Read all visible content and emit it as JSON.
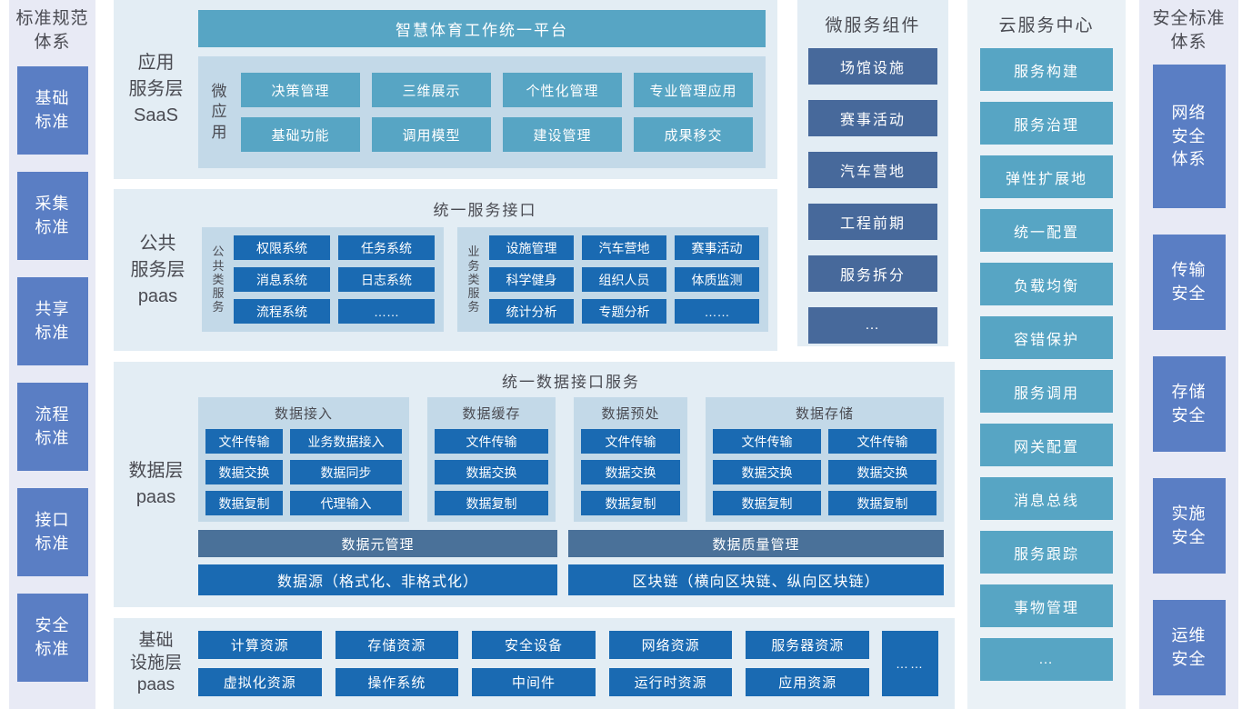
{
  "left_sidebar": {
    "title": "标准规范\n体系",
    "items": [
      "基础\n标准",
      "采集\n标准",
      "共享\n标准",
      "流程\n标准",
      "接口\n标准",
      "安全\n标准"
    ]
  },
  "saas": {
    "label": "应用\n服务层\nSaaS",
    "platform_title": "智慧体育工作统一平台",
    "micro_label": "微\n应\n用",
    "apps": [
      "决策管理",
      "三维展示",
      "个性化管理",
      "专业管理应用",
      "基础功能",
      "调用模型",
      "建设管理",
      "成果移交"
    ]
  },
  "paas": {
    "label": "公共\n服务层\npaas",
    "title": "统一服务接口",
    "public_label": "公\n共\n类\n服\n务",
    "public_items": [
      "权限系统",
      "任务系统",
      "消息系统",
      "日志系统",
      "流程系统",
      "……"
    ],
    "business_label": "业\n务\n类\n服\n务",
    "business_items": [
      "设施管理",
      "汽车营地",
      "赛事活动",
      "科学健身",
      "组织人员",
      "体质监测",
      "统计分析",
      "专题分析",
      "……"
    ]
  },
  "data_layer": {
    "label": "数据层\npaas",
    "title": "统一数据接口服务",
    "access_title": "数据接入",
    "access_items": [
      "文件传输",
      "业务数据接入",
      "数据交换",
      "数据同步",
      "数据复制",
      "代理输入"
    ],
    "cache_title": "数据缓存",
    "cache_items": [
      "文件传输",
      "数据交换",
      "数据复制"
    ],
    "pre_title": "数据预处",
    "pre_items": [
      "文件传输",
      "数据交换",
      "数据复制"
    ],
    "store_title": "数据存储",
    "store_items": [
      "文件传输",
      "文件传输",
      "数据交换",
      "数据交换",
      "数据复制",
      "数据复制"
    ],
    "meta_left": "数据元管理",
    "meta_right": "数据质量管理",
    "source_left": "数据源（格式化、非格式化）",
    "source_right": "区块链（横向区块链、纵向区块链）"
  },
  "infra": {
    "label": "基础\n设施层\npaas",
    "items": [
      "计算资源",
      "存储资源",
      "安全设备",
      "网络资源",
      "服务器资源",
      "虚拟化资源",
      "操作系统",
      "中间件",
      "运行时资源",
      "应用资源"
    ],
    "more": "……"
  },
  "microservices": {
    "title": "微服务组件",
    "items": [
      "场馆设施",
      "赛事活动",
      "汽车营地",
      "工程前期",
      "服务拆分",
      "…"
    ]
  },
  "cloud": {
    "title": "云服务中心",
    "items": [
      "服务构建",
      "服务治理",
      "弹性扩展地",
      "统一配置",
      "负载均衡",
      "容错保护",
      "服务调用",
      "网关配置",
      "消息总线",
      "服务跟踪",
      "事物管理",
      "…"
    ]
  },
  "right_sidebar": {
    "title": "安全标准\n体系",
    "items": [
      "网络\n安全\n体系",
      "传输\n安全",
      "存储\n安全",
      "实施\n安全",
      "运维\n安全"
    ]
  },
  "colors": {
    "teal": "#57a5c4",
    "primary_blue": "#1a6ab2",
    "slate_blue": "#47699b",
    "bar_slate": "#4a7199",
    "sidebar_blue": "#5a7ec4",
    "panel_bg": "#e3edf4",
    "inner_panel_bg": "#c3d9e8",
    "sidebar_bg": "#e8eaf5",
    "title_text": "#4a4b52"
  }
}
